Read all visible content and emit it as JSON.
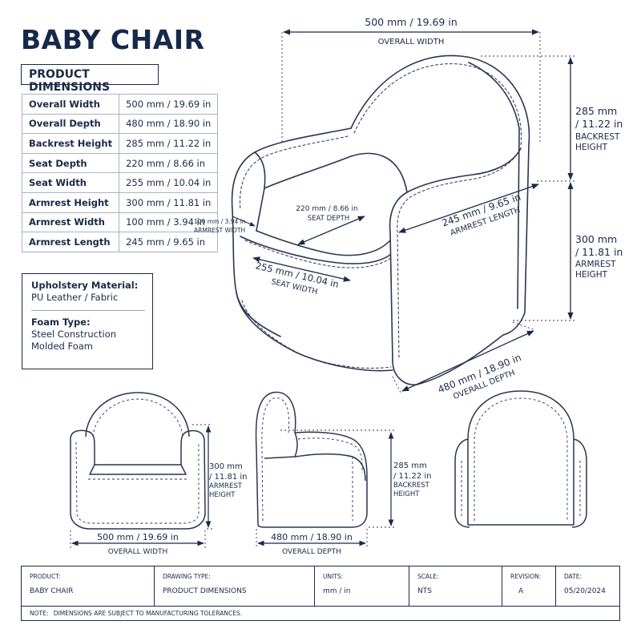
{
  "title": "BABY CHAIR",
  "subtitle": "PRODUCT DIMENSIONS",
  "dimensions_table": [
    {
      "label": "Overall Width",
      "value": "500 mm / 19.69 in"
    },
    {
      "label": "Overall Depth",
      "value": "480 mm / 18.90 in"
    },
    {
      "label": "Backrest Height",
      "value": "285 mm / 11.22 in"
    },
    {
      "label": "Seat Depth",
      "value": "220 mm / 8.66 in"
    },
    {
      "label": "Seat Width",
      "value": "255 mm / 10.04 in"
    },
    {
      "label": "Armrest Height",
      "value": "300 mm / 11.81 in"
    },
    {
      "label": "Armrest Width",
      "value": "100 mm / 3.94 in"
    },
    {
      "label": "Armrest Length",
      "value": "245 mm / 9.65 in"
    }
  ],
  "materials": {
    "upholstery_heading": "Upholstery Material:",
    "upholstery_value": "PU Leather / Fabric",
    "foam_heading": "Foam Type:",
    "foam_line1": "Steel Construction",
    "foam_line2": "Molded Foam"
  },
  "main_view": {
    "overall_width_value": "500 mm / 19.69 in",
    "overall_width_label": "OVERALL WIDTH",
    "backrest_height_line1": "285 mm",
    "backrest_height_line2": "/ 11.22 in",
    "backrest_height_line3": "BACKREST",
    "backrest_height_line4": "HEIGHT",
    "armrest_height_line1": "300 mm",
    "armrest_height_line2": "/ 11.81 in",
    "armrest_height_line3": "ARMREST",
    "armrest_height_line4": "HEIGHT",
    "armrest_width_value": "100 mm / 3.94 in",
    "armrest_width_label": "ARMREST WIDTH",
    "seat_depth_value": "220 mm / 8.66 in",
    "seat_depth_label": "SEAT DEPTH",
    "armrest_length_value": "245 mm / 9.65 in",
    "armrest_length_label": "ARMREST LENGTH",
    "seat_width_value": "255 mm / 10.04 in",
    "seat_width_label": "SEAT WIDTH",
    "overall_depth_value": "480 mm / 18.90 in",
    "overall_depth_label": "OVERALL DEPTH"
  },
  "front_view": {
    "height_line1": "300 mm",
    "height_line2": "/ 11.81 in",
    "height_line3": "ARMREST",
    "height_line4": "HEIGHT",
    "width_value": "500 mm / 19.69 in",
    "width_label": "OVERALL WIDTH"
  },
  "side_view": {
    "height_line1": "285 mm",
    "height_line2": "/ 11.22 in",
    "height_line3": "BACKREST",
    "height_line4": "HEIGHT",
    "depth_value": "480 mm / 18.90 in",
    "depth_label": "OVERALL DEPTH"
  },
  "title_block": {
    "product_key": "PRODUCT:",
    "product_value": "BABY CHAIR",
    "drawing_type_key": "DRAWING TYPE:",
    "drawing_type_value": "PRODUCT DIMENSIONS",
    "units_key": "UNITS:",
    "units_value": "mm / in",
    "scale_key": "SCALE:",
    "scale_value": "NTS",
    "revision_key": "REVISION:",
    "revision_value": "A",
    "date_key": "DATE:",
    "date_value": "05/20/2024",
    "note_key": "NOTE:",
    "note_value": "DIMENSIONS ARE SUBJECT TO MANUFACTURING TOLERANCES."
  },
  "colors": {
    "ink": "#1b2a47",
    "line": "#2a3552",
    "paper": "#ffffff"
  }
}
